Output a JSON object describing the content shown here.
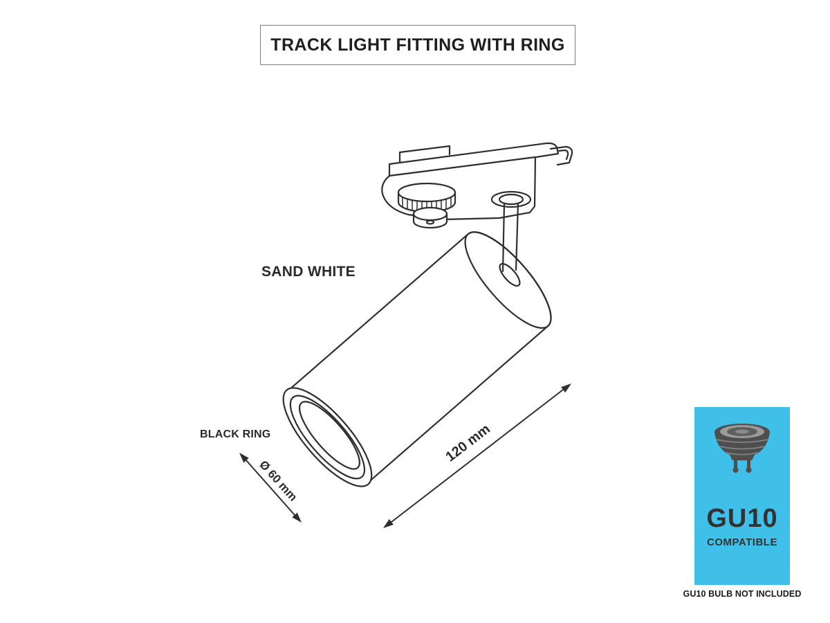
{
  "page": {
    "background_color": "#ffffff",
    "ink_color": "#2e2e2e"
  },
  "title": {
    "label": "TRACK LIGHT FITTING WITH RING"
  },
  "labels": {
    "finish": "SAND WHITE",
    "ring": "BLACK RING"
  },
  "dimensions": {
    "diameter": "Ø 60 mm",
    "length": "120 mm"
  },
  "badge": {
    "model": "GU10",
    "compatible_label": "COMPATIBLE",
    "note": "GU10 BULB NOT INCLUDED",
    "background_color": "#3fc0e8",
    "icon": "gu10-bulb-icon"
  }
}
